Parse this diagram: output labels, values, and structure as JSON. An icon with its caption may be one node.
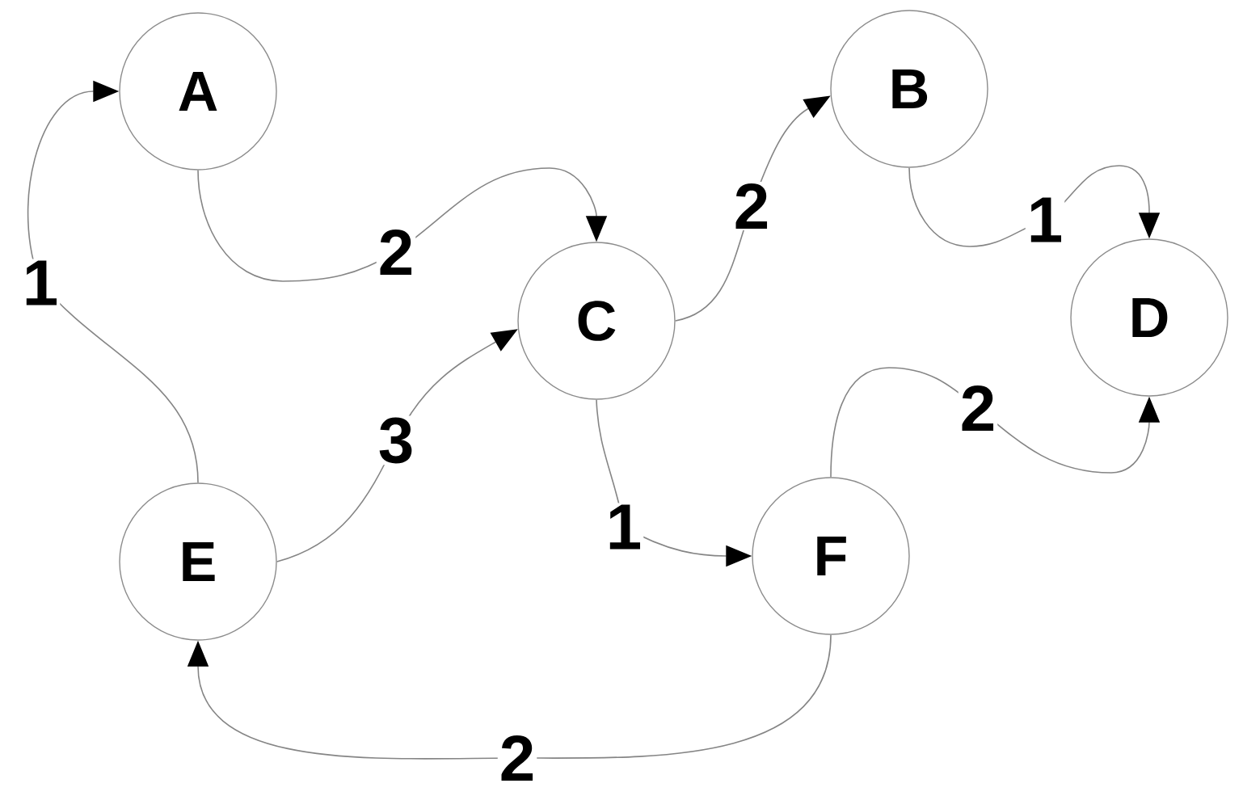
{
  "diagram": {
    "nodes": [
      {
        "text": [
          "A"
        ]
      },
      {
        "text": [
          "B"
        ]
      },
      {
        "text": [
          "C"
        ]
      },
      {
        "text": [
          "D"
        ]
      },
      {
        "text": [
          "E"
        ]
      },
      {
        "text": [
          "F"
        ]
      }
    ],
    "edges": [
      {
        "from": 4,
        "to": 0,
        "arrow": "to",
        "label": "1"
      },
      {
        "from": 0,
        "to": 2,
        "arrow": "to",
        "label": "2"
      },
      {
        "from": 2,
        "to": 1,
        "arrow": "to",
        "label": "2"
      },
      {
        "from": 1,
        "to": 3,
        "arrow": "to",
        "label": "1"
      },
      {
        "from": 4,
        "to": 2,
        "arrow": "to",
        "label": "3"
      },
      {
        "from": 2,
        "to": 5,
        "arrow": "to",
        "label": "1"
      },
      {
        "from": 5,
        "to": 3,
        "arrow": "to",
        "label": "2"
      },
      {
        "from": 5,
        "to": 4,
        "arrow": "to",
        "label": "2"
      }
    ]
  }
}
